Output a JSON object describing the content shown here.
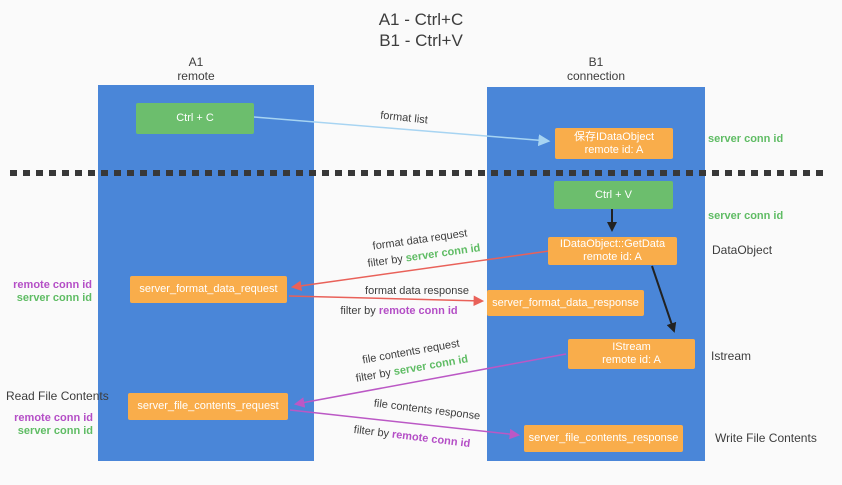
{
  "title": {
    "line1": "A1 - Ctrl+C",
    "line2": "B1 - Ctrl+V"
  },
  "columns": {
    "left": {
      "name": "A1",
      "role": "remote"
    },
    "right": {
      "name": "B1",
      "role": "connection"
    }
  },
  "nodes": {
    "ctrl_c": {
      "label": "Ctrl + C"
    },
    "save_dataobject": {
      "line1": "保存IDataObject",
      "line2": "remote id: A"
    },
    "ctrl_v": {
      "label": "Ctrl + V"
    },
    "getdata": {
      "line1": "IDataObject::GetData",
      "line2": "remote id: A"
    },
    "format_request": {
      "label": "server_format_data_request"
    },
    "format_response": {
      "label": "server_format_data_response"
    },
    "istream": {
      "line1": "IStream",
      "line2": "remote id: A"
    },
    "file_request": {
      "label": "server_file_contents_request"
    },
    "file_response": {
      "label": "server_file_contents_response"
    }
  },
  "side_labels": {
    "server_conn_id_top": "server conn id",
    "server_conn_id_mid": "server conn id",
    "dataobject": "DataObject",
    "istream": "Istream",
    "write_file_contents": "Write File Contents",
    "read_file_contents": "Read File Contents",
    "format_remote_conn_id": "remote conn id",
    "format_server_conn_id": "server conn id",
    "file_remote_conn_id": "remote conn id",
    "file_server_conn_id": "server conn id"
  },
  "flow_labels": {
    "format_list": "format list",
    "format_data_request": "format data request",
    "format_req_filter_prefix": "filter by",
    "format_req_filter_key": "server conn id",
    "format_data_response": "format data response",
    "format_resp_filter_prefix": "filter by",
    "format_resp_filter_key": "remote conn id",
    "file_contents_request": "file contents request",
    "file_req_filter_prefix": "filter by",
    "file_req_filter_key": "server conn id",
    "file_contents_response": "file contents response",
    "file_resp_filter_prefix": "filter by",
    "file_resp_filter_key": "remote conn id"
  },
  "colors": {
    "column_blue": "#4a86d8",
    "box_green": "#6cbe6d",
    "box_orange": "#f9ad4b",
    "arrow_red": "#e96159",
    "arrow_purple": "#bb58c5",
    "arrow_blue": "#a7d4f2",
    "arrow_black": "#222222",
    "text_green": "#5fbc64",
    "text_purple": "#b44ec6",
    "text_dark": "#3d3d3d"
  }
}
